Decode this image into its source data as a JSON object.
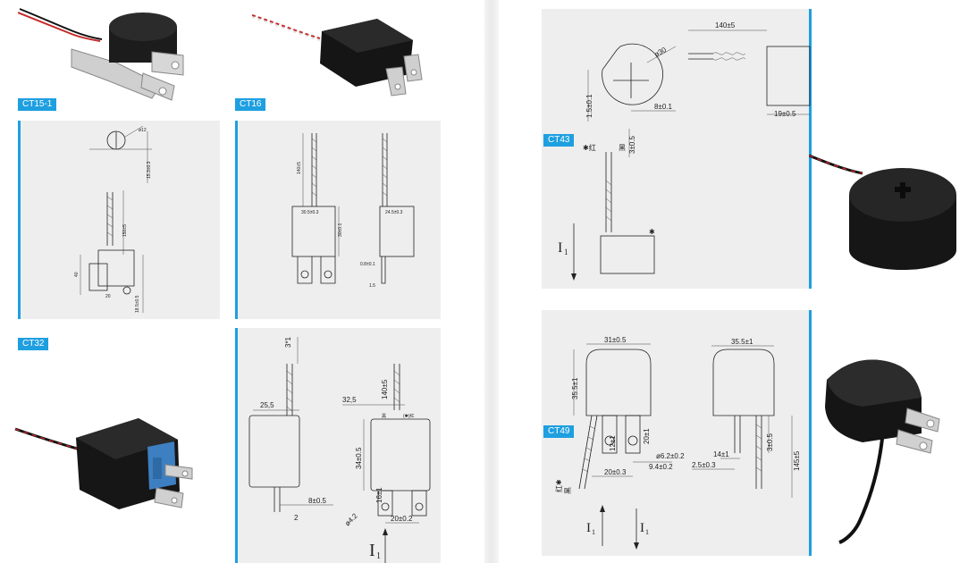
{
  "labels": {
    "ct15_1": "CT15-1",
    "ct16": "CT16",
    "ct32": "CT32",
    "ct43": "CT43",
    "ct49": "CT49"
  },
  "ct32_dims": {
    "d1": "3*1",
    "d2": "25,5",
    "d3": "32,5",
    "d4": "140±5",
    "d5": "34±0.5",
    "d6": "8±0.5",
    "d7": "2",
    "d8": "16±1",
    "d9": "ø4.2",
    "d10": "20±0.2",
    "d11": "I",
    "d12": "1",
    "red": "(✱)红",
    "black": "黑"
  },
  "ct43_dims": {
    "d1": "140±5",
    "d2": "ø30",
    "d3": "1.5±0.1",
    "d4": "8±0.1",
    "d5": "19±0.5",
    "d6": "3±0.5",
    "d7": "I",
    "d8": "1",
    "red": "✱红",
    "black": "黑"
  },
  "ct49_dims": {
    "d1": "31±0.5",
    "d2": "35.5±1",
    "d3": "35.5±1",
    "d4": "12±1",
    "d5": "20±1",
    "d6": "ø6.2±0.2",
    "d7": "9.4±0.2",
    "d8": "20±0.3",
    "d9": "14±1",
    "d10": "2.5±0.3",
    "d11": "3±0.5",
    "d12": "145±5",
    "d13": "I",
    "d14": "1",
    "red": "红✱",
    "black": "黑"
  },
  "colors": {
    "accent": "#1e9fe0",
    "panel": "#eeeeee",
    "housing": "#1a1a1a",
    "blue_insert": "#3d7fc1"
  }
}
